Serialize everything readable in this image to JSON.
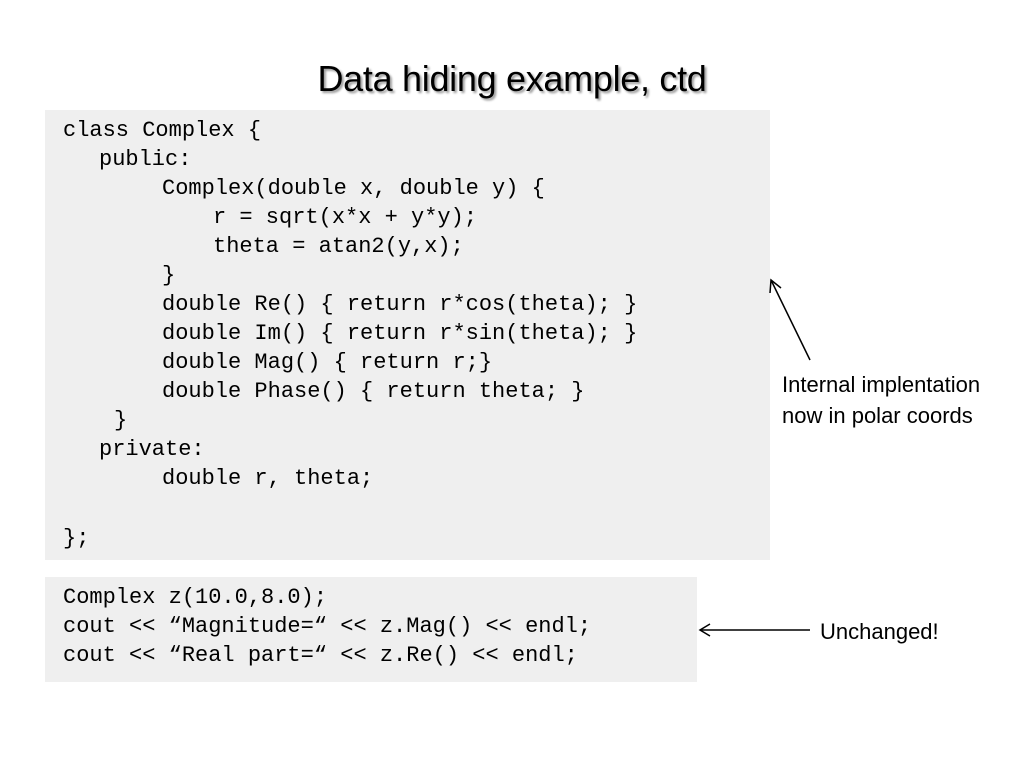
{
  "slide": {
    "title": "Data hiding example, ctd"
  },
  "class_code": {
    "lines": [
      "class Complex {",
      "public:",
      "Complex(double x, double y) {",
      "r = sqrt(x*x + y*y);",
      "theta = atan2(y,x);",
      "}",
      "double Re() { return r*cos(theta); }",
      "double Im() { return r*sin(theta); }",
      "double Mag() { return r;}",
      "double Phase() { return theta; }",
      "}",
      "private:",
      "double r, theta;",
      "};"
    ]
  },
  "usage_code": {
    "lines": [
      "Complex z(10.0,8.0);",
      "cout << “Magnitude=“ << z.Mag() << endl;",
      "cout << “Real part=“ << z.Re() << endl;"
    ]
  },
  "annotations": {
    "internal_line1": "Internal implentation",
    "internal_line2": "now in polar coords",
    "unchanged": "Unchanged!"
  }
}
